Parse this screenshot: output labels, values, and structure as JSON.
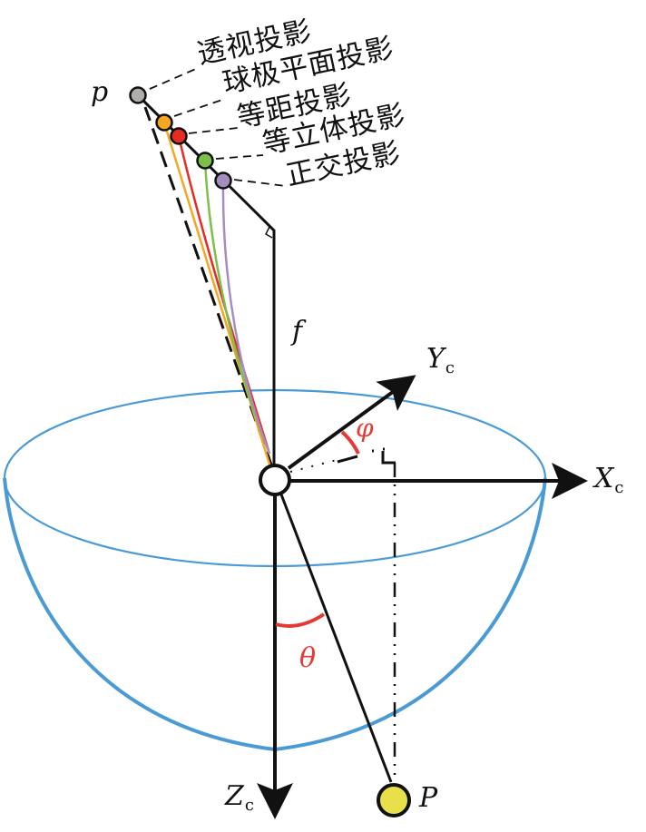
{
  "diagram": {
    "type": "fisheye camera projection model",
    "projection_labels": [
      {
        "label": "透视投影",
        "color": "#b0aeaa"
      },
      {
        "label": "球极平面投影",
        "color": "#f5a623"
      },
      {
        "label": "等距投影",
        "color": "#e52b24"
      },
      {
        "label": "等立体投影",
        "color": "#7cbf4a"
      },
      {
        "label": "正交投影",
        "color": "#a48ec0"
      }
    ],
    "image_point_label": "p",
    "focal_label": "f",
    "axes": {
      "x": {
        "main": "X",
        "sub": "c"
      },
      "y": {
        "main": "Y",
        "sub": "c"
      },
      "z": {
        "main": "Z",
        "sub": "c"
      }
    },
    "angles": {
      "phi": "φ",
      "theta": "θ"
    },
    "world_point_label": "P",
    "colors": {
      "sphere": "#4a9ad4",
      "angle": "#e53935",
      "world_point": "#e8e04a",
      "line": "#111111"
    }
  }
}
